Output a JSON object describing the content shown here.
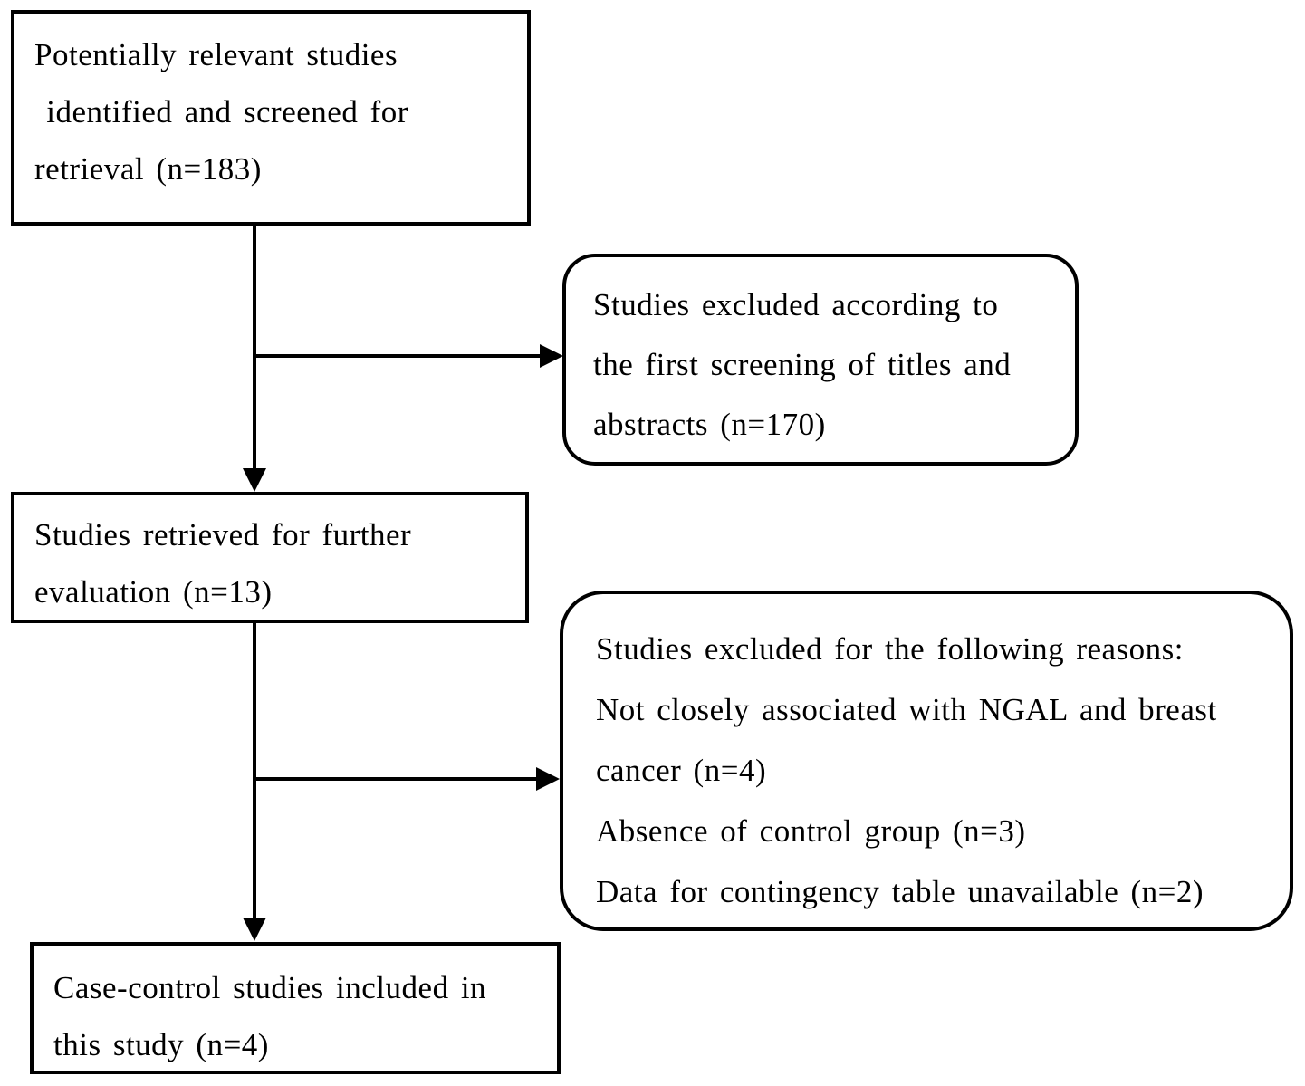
{
  "page": {
    "background_color": "#ffffff",
    "line_color": "#000000"
  },
  "flowchart": {
    "nodes": {
      "screened": {
        "shape": "rectangle",
        "text": "Potentially relevant studies\n identified and screened for\nretrieval (n=183)",
        "n": 183
      },
      "excluded_screening": {
        "shape": "rounded-rectangle",
        "text": "Studies excluded according to\nthe first screening of titles and\nabstracts (n=170)",
        "n": 170
      },
      "retrieved": {
        "shape": "rectangle",
        "text": "Studies retrieved for further\nevaluation (n=13)",
        "n": 13
      },
      "excluded_reasons": {
        "shape": "rounded-rectangle",
        "text": "Studies excluded for the following reasons:\nNot closely associated with NGAL and breast\ncancer (n=4)\nAbsence of control group (n=3)\nData for contingency table unavailable (n=2)",
        "reasons": [
          {
            "label": "Not closely associated with NGAL and breast cancer",
            "n": 4
          },
          {
            "label": "Absence of control group",
            "n": 3
          },
          {
            "label": "Data for contingency table unavailable",
            "n": 2
          }
        ]
      },
      "included": {
        "shape": "rectangle",
        "text": "Case-control studies included in\nthis study (n=4)",
        "n": 4
      }
    },
    "edges": [
      {
        "from": "screened",
        "to": "retrieved",
        "type": "arrow-down"
      },
      {
        "from": "screened",
        "to": "excluded_screening",
        "type": "arrow-right-branch"
      },
      {
        "from": "retrieved",
        "to": "included",
        "type": "arrow-down"
      },
      {
        "from": "retrieved",
        "to": "excluded_reasons",
        "type": "arrow-right-branch"
      }
    ]
  }
}
